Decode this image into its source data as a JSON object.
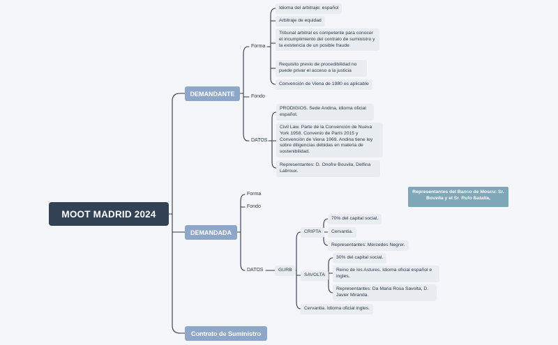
{
  "root": {
    "title": "MOOT MADRID 2024"
  },
  "demandante": {
    "label": "DEMANDANTE",
    "forma": {
      "label": "Forma",
      "items": [
        "Idioma del arbitraje: español",
        "Arbitraje de equidad",
        "Tribunal arbitral es competente para conocer el incumplimiento del contrato de suministro y la existencia de un posible fraude",
        "Requisito previo de procedibilidad no puede privar el acceso a la justicia",
        "Convención de Viena de 1980 es aplicable"
      ]
    },
    "fondo": {
      "label": "Fondo"
    },
    "datos": {
      "label": "DATOS",
      "items": [
        "PRODIGIOS. Sede Andina, idioma oficial español.",
        "Civil Law. Parte de la Convención de Nueva York 1958. Convenio de París 2015 y Convención de Viena 1969. Andina tiene ley sobre diligencias debidas en materia de sostenibilidad.",
        "Representantes: D. Onofre Bouvila, Delfina Labroux."
      ]
    }
  },
  "demandada": {
    "label": "DEMANDADA",
    "forma": {
      "label": "Forma"
    },
    "fondo": {
      "label": "Fondo"
    },
    "datos": {
      "label": "DATOS",
      "gurb": {
        "label": "GURB",
        "cripta": {
          "label": "CRIPTA",
          "items": [
            "70% del capital social.",
            "Cervantia.",
            "Representantes: Mercedes Negrer."
          ]
        },
        "savolta": {
          "label": "SAVOLTA",
          "items": [
            "30% del capital social.",
            "Reino de los Astures. Idioma oficial español e ingles.",
            "Representantes: Da Maria Rosa Savolta, D. Javier Miranda."
          ]
        },
        "cervantia": "Cervantia. Idioma oficial ingles."
      }
    }
  },
  "contrato": {
    "label": "Contrato de Suministro"
  },
  "floating": {
    "text": "Representantes del Banco de Moscu: Sr. Bouvila y el Sr. Rufo Batalla,"
  }
}
